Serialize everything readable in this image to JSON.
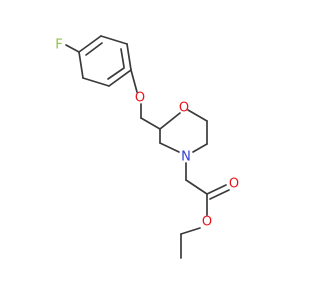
{
  "molecule": {
    "atoms": [
      {
        "id": "F",
        "symbol": "F",
        "color": "#90c24a"
      },
      {
        "id": "O_ether",
        "symbol": "O",
        "color": "#e8141b"
      },
      {
        "id": "O_ring",
        "symbol": "O",
        "color": "#e8141b"
      },
      {
        "id": "N_ring",
        "symbol": "N",
        "color": "#2f3fd0"
      },
      {
        "id": "O_carbonyl",
        "symbol": "O",
        "color": "#e8141b"
      },
      {
        "id": "O_ester",
        "symbol": "O",
        "color": "#e8141b"
      }
    ],
    "bond_color": "#3a3a3a"
  }
}
